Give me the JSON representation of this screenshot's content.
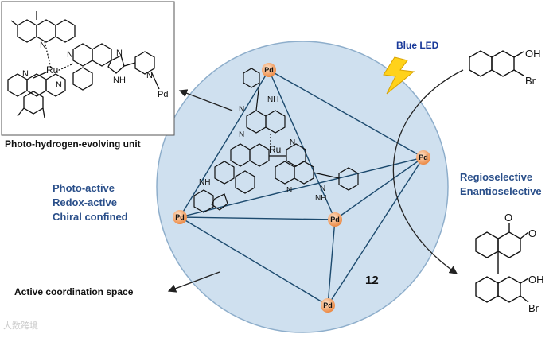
{
  "labels": {
    "unit_caption": "Photo-hydrogen-evolving unit",
    "left_properties": [
      "Photo-active",
      "Redox-active",
      "Chiral confined"
    ],
    "coordination_space": "Active coordination space",
    "cage_number": "12",
    "light_source": "Blue LED",
    "selectivity": [
      "Regioselective",
      "Enantioselective"
    ],
    "watermark": "大数跨境"
  },
  "atoms": {
    "palladium": "Pd",
    "ruthenium": "Ru",
    "nitrogen": "N",
    "amine": "NH",
    "hydroxyl": "OH",
    "bromine": "Br",
    "oxygen": "O"
  },
  "colors": {
    "sphere_fill": "#cfe0ef",
    "sphere_stroke": "#8eaecb",
    "label_blue": "#2a4f8a",
    "pd_node": "#f4a060",
    "bolt": "#ffd21a"
  },
  "icons": [
    "lightning-bolt-icon",
    "arrow-icon"
  ]
}
